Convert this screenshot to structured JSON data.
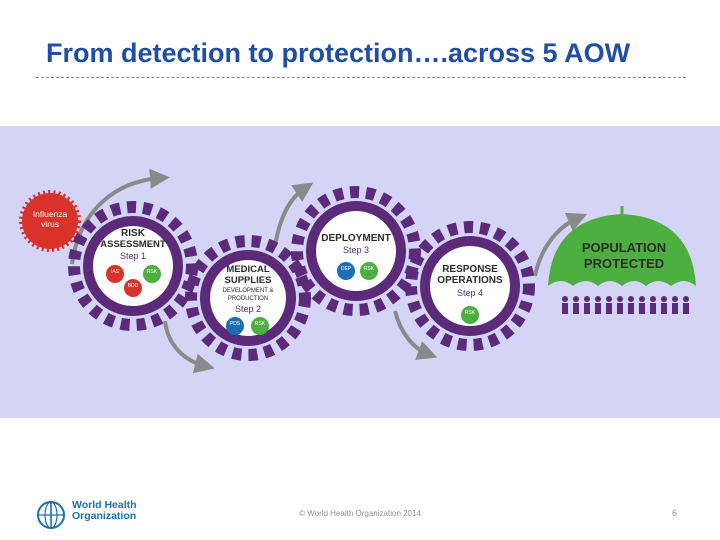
{
  "title": "From detection to protection….across 5 AOW",
  "diagram": {
    "virus_label_1": "Influenza",
    "virus_label_2": "virus",
    "step1": {
      "title_1": "RISK",
      "title_2": "ASSESSMENT",
      "step": "Step 1",
      "badges": [
        "IAS",
        "BDD",
        "RSK"
      ]
    },
    "step2": {
      "title_1": "MEDICAL",
      "title_2": "SUPPLIES",
      "sub_1": "DEVELOPMENT &",
      "sub_2": "PRODUCTION",
      "step": "Step 2",
      "badges": [
        "PDS",
        "RSK"
      ]
    },
    "step3": {
      "title_1": "DEPLOYMENT",
      "step": "Step 3",
      "badges": [
        "DEP",
        "RSK"
      ]
    },
    "step4": {
      "title_1": "RESPONSE",
      "title_2": "OPERATIONS",
      "step": "Step 4",
      "badges": [
        "RSK"
      ]
    },
    "outcome_1": "POPULATION",
    "outcome_2": "PROTECTED"
  },
  "footer": {
    "logo_line_1": "World Health",
    "logo_line_2": "Organization",
    "copyright": "© World Health Organization 2014",
    "page_number": "6"
  },
  "colors": {
    "title": "#1f4ea3",
    "panel": "#d4d4f7",
    "gear": "#5b2a78",
    "virus": "#d9322b",
    "outcome": "#4caf3f",
    "badge_red": "#d9322b",
    "badge_green": "#4caf3f",
    "badge_blue": "#1e6fb0",
    "arrow": "#8a8a8a"
  }
}
